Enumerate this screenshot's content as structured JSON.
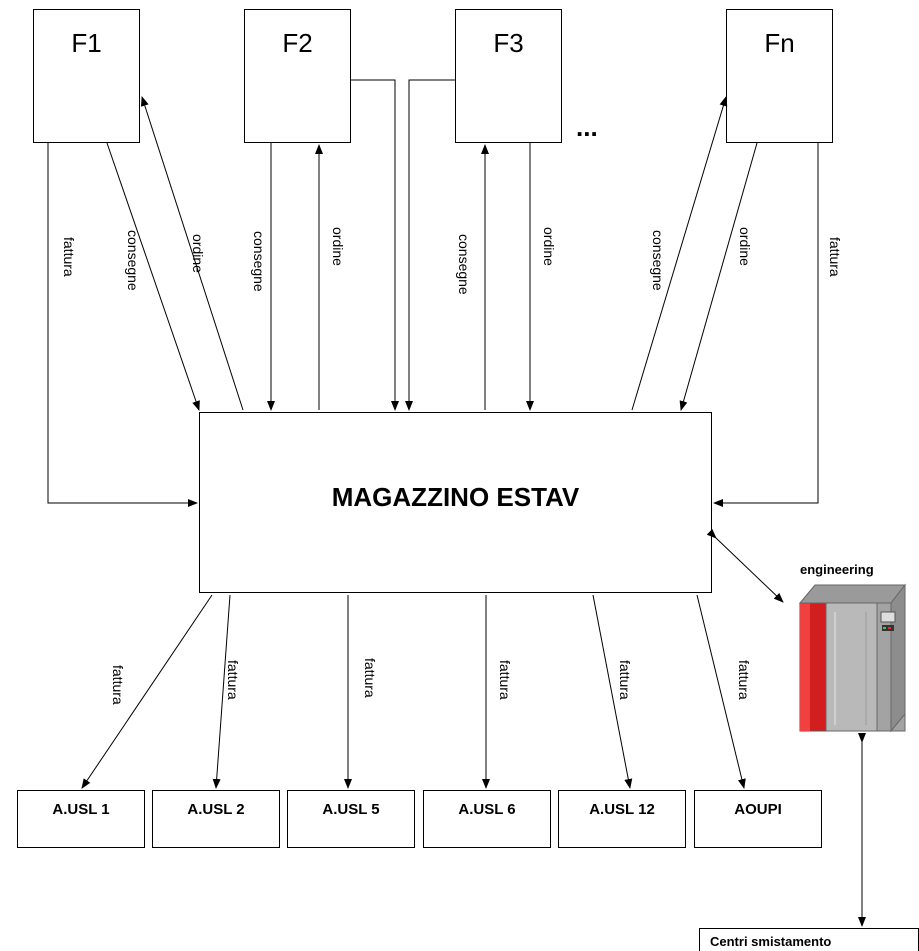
{
  "suppliers": [
    "F1",
    "F2",
    "F3",
    "Fn"
  ],
  "ellipsis": "...",
  "warehouse": "MAGAZZINO ESTAV",
  "destinations": [
    "A.USL 1",
    "A.USL 2",
    "A.USL 5",
    "A.USL 6",
    "A.USL 12",
    "AOUPI"
  ],
  "server_label": "engineering",
  "sorting_center": "Centri smistamento",
  "edge_labels": {
    "fattura": "fattura",
    "consegne": "consegne",
    "ordine": "ordine"
  }
}
